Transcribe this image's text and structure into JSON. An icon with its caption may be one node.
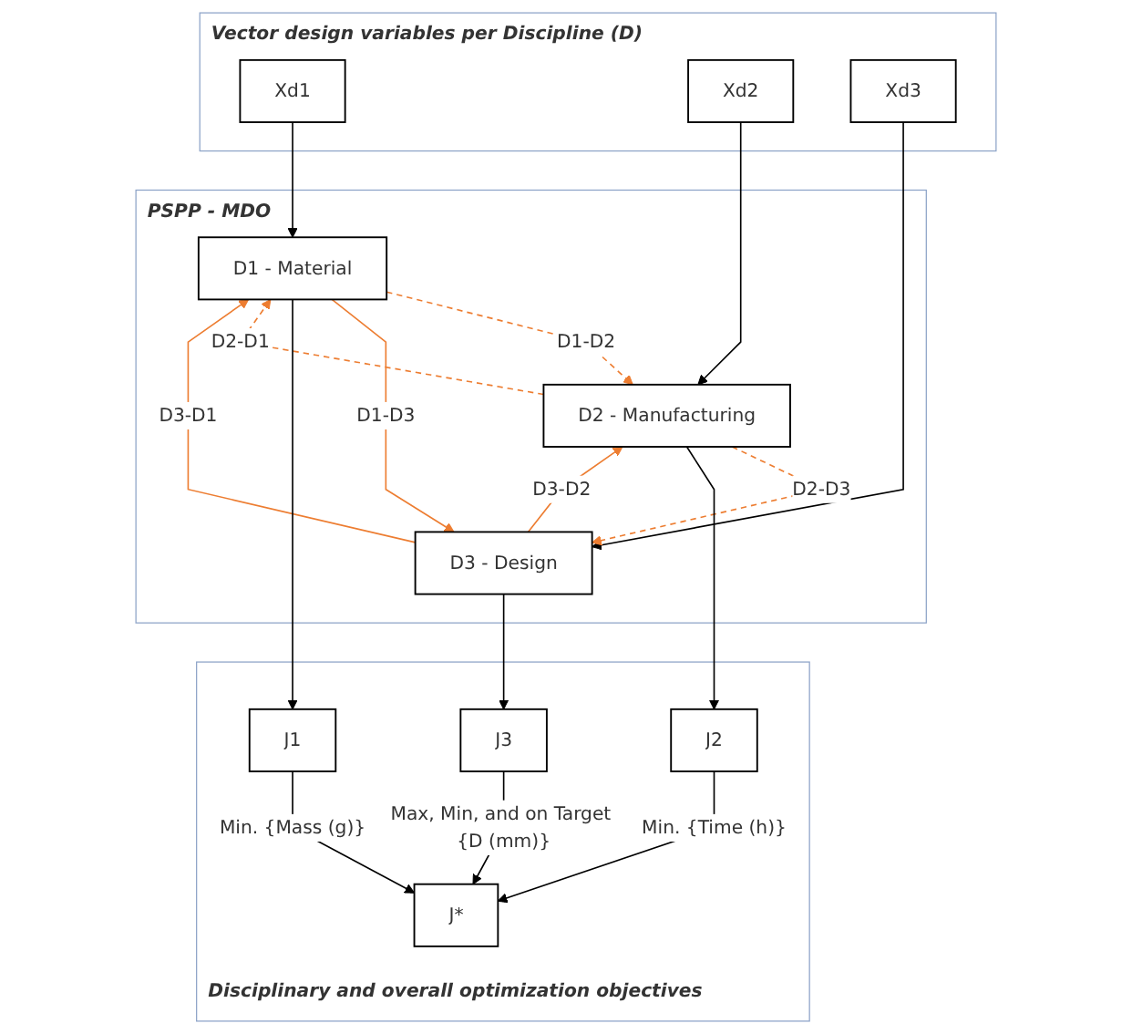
{
  "diagram": {
    "nodes": [
      {
        "text": [
          "Vector design variables per Discipline (D)"
        ]
      },
      {
        "text": [
          "Xd1"
        ],
        "in": 0
      },
      {
        "text": [
          "Xd2"
        ],
        "in": 0
      },
      {
        "text": [
          "Xd3"
        ],
        "in": 0
      },
      {
        "text": [
          "PSPP - MDO"
        ]
      },
      {
        "text": [
          "D1 - Material"
        ],
        "in": 4
      },
      {
        "text": [
          "D2 - Manufacturing"
        ],
        "in": 4
      },
      {
        "text": [
          "D3 - Design"
        ],
        "in": 4
      },
      {
        "text": [
          "Disciplinary and overall optimization objectives"
        ]
      },
      {
        "text": [
          "J1"
        ],
        "in": 8
      },
      {
        "text": [
          "J2"
        ],
        "in": 8
      },
      {
        "text": [
          "J3"
        ],
        "in": 8
      },
      {
        "text": [
          "J*"
        ],
        "in": 8
      }
    ],
    "edges": [
      {
        "from": 1,
        "to": 5,
        "arrow": "to"
      },
      {
        "from": 2,
        "to": 6,
        "arrow": "to"
      },
      {
        "from": 3,
        "to": 7,
        "arrow": "to"
      },
      {
        "from": 5,
        "to": 6,
        "arrow": "to",
        "label": "D1-D2",
        "style": "dashed",
        "color": "#ed7d31"
      },
      {
        "from": 5,
        "to": 7,
        "arrow": "to",
        "label": "D1-D3",
        "color": "#ed7d31"
      },
      {
        "from": 6,
        "to": 5,
        "arrow": "to",
        "label": "D2-D1",
        "style": "dashed",
        "color": "#ed7d31"
      },
      {
        "from": 6,
        "to": 7,
        "arrow": "to",
        "label": "D2-D3",
        "style": "dashed",
        "color": "#ed7d31"
      },
      {
        "from": 7,
        "to": 5,
        "arrow": "to",
        "label": "D3-D1",
        "color": "#ed7d31"
      },
      {
        "from": 7,
        "to": 6,
        "arrow": "to",
        "label": "D3-D2",
        "color": "#ed7d31"
      },
      {
        "from": 5,
        "to": 9,
        "arrow": "to"
      },
      {
        "from": 6,
        "to": 10,
        "arrow": "to"
      },
      {
        "from": 7,
        "to": 11,
        "arrow": "to"
      },
      {
        "from": 9,
        "to": 12,
        "arrow": "to",
        "label": "Min. {Mass (g)}"
      },
      {
        "from": 10,
        "to": 12,
        "arrow": "to",
        "label": "Min. {Time (h)}"
      },
      {
        "from": 11,
        "to": 12,
        "arrow": "to",
        "label": "Max, Min, and on Target {D (mm)}"
      }
    ]
  }
}
